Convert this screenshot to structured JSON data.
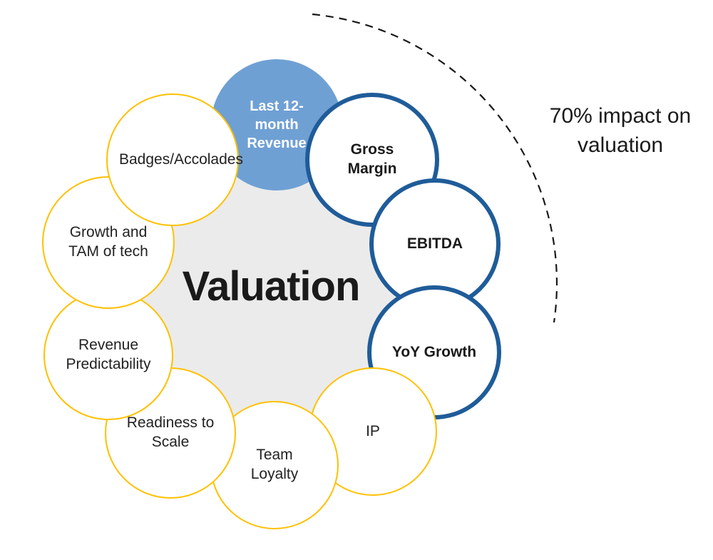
{
  "diagram": {
    "center_label": "Valuation",
    "annotation": "70% impact on valuation",
    "factors": [
      {
        "id": "last-12-month-revenue",
        "label": "Last 12-month Revenue",
        "emphasis": "blue-filled"
      },
      {
        "id": "gross-margin",
        "label": "Gross Margin",
        "emphasis": "blue-outline"
      },
      {
        "id": "ebitda",
        "label": "EBITDA",
        "emphasis": "blue-outline"
      },
      {
        "id": "yoy-growth",
        "label": "YoY Growth",
        "emphasis": "blue-outline"
      },
      {
        "id": "ip",
        "label": "IP",
        "emphasis": "gold-outline"
      },
      {
        "id": "team-loyalty",
        "label": "Team Loyalty",
        "emphasis": "gold-outline"
      },
      {
        "id": "readiness-to-scale",
        "label": "Readiness to Scale",
        "emphasis": "gold-outline"
      },
      {
        "id": "revenue-predictability",
        "label": "Revenue Predictability",
        "emphasis": "gold-outline"
      },
      {
        "id": "growth-and-tam-of-tech",
        "label": "Growth and TAM of tech",
        "emphasis": "gold-outline"
      },
      {
        "id": "badges-accolades",
        "label": "Badges/Accolades",
        "emphasis": "gold-outline"
      }
    ],
    "colors": {
      "blue_fill": "#6FA0D4",
      "blue_border": "#1F5C99",
      "gold_border": "#FFC000",
      "center_gray": "#EBEBEB",
      "text_dark": "#1A1A1A",
      "text_white": "#FFFFFF",
      "arc_dash": "#1A1A1A",
      "background": "#FFFFFF"
    }
  }
}
